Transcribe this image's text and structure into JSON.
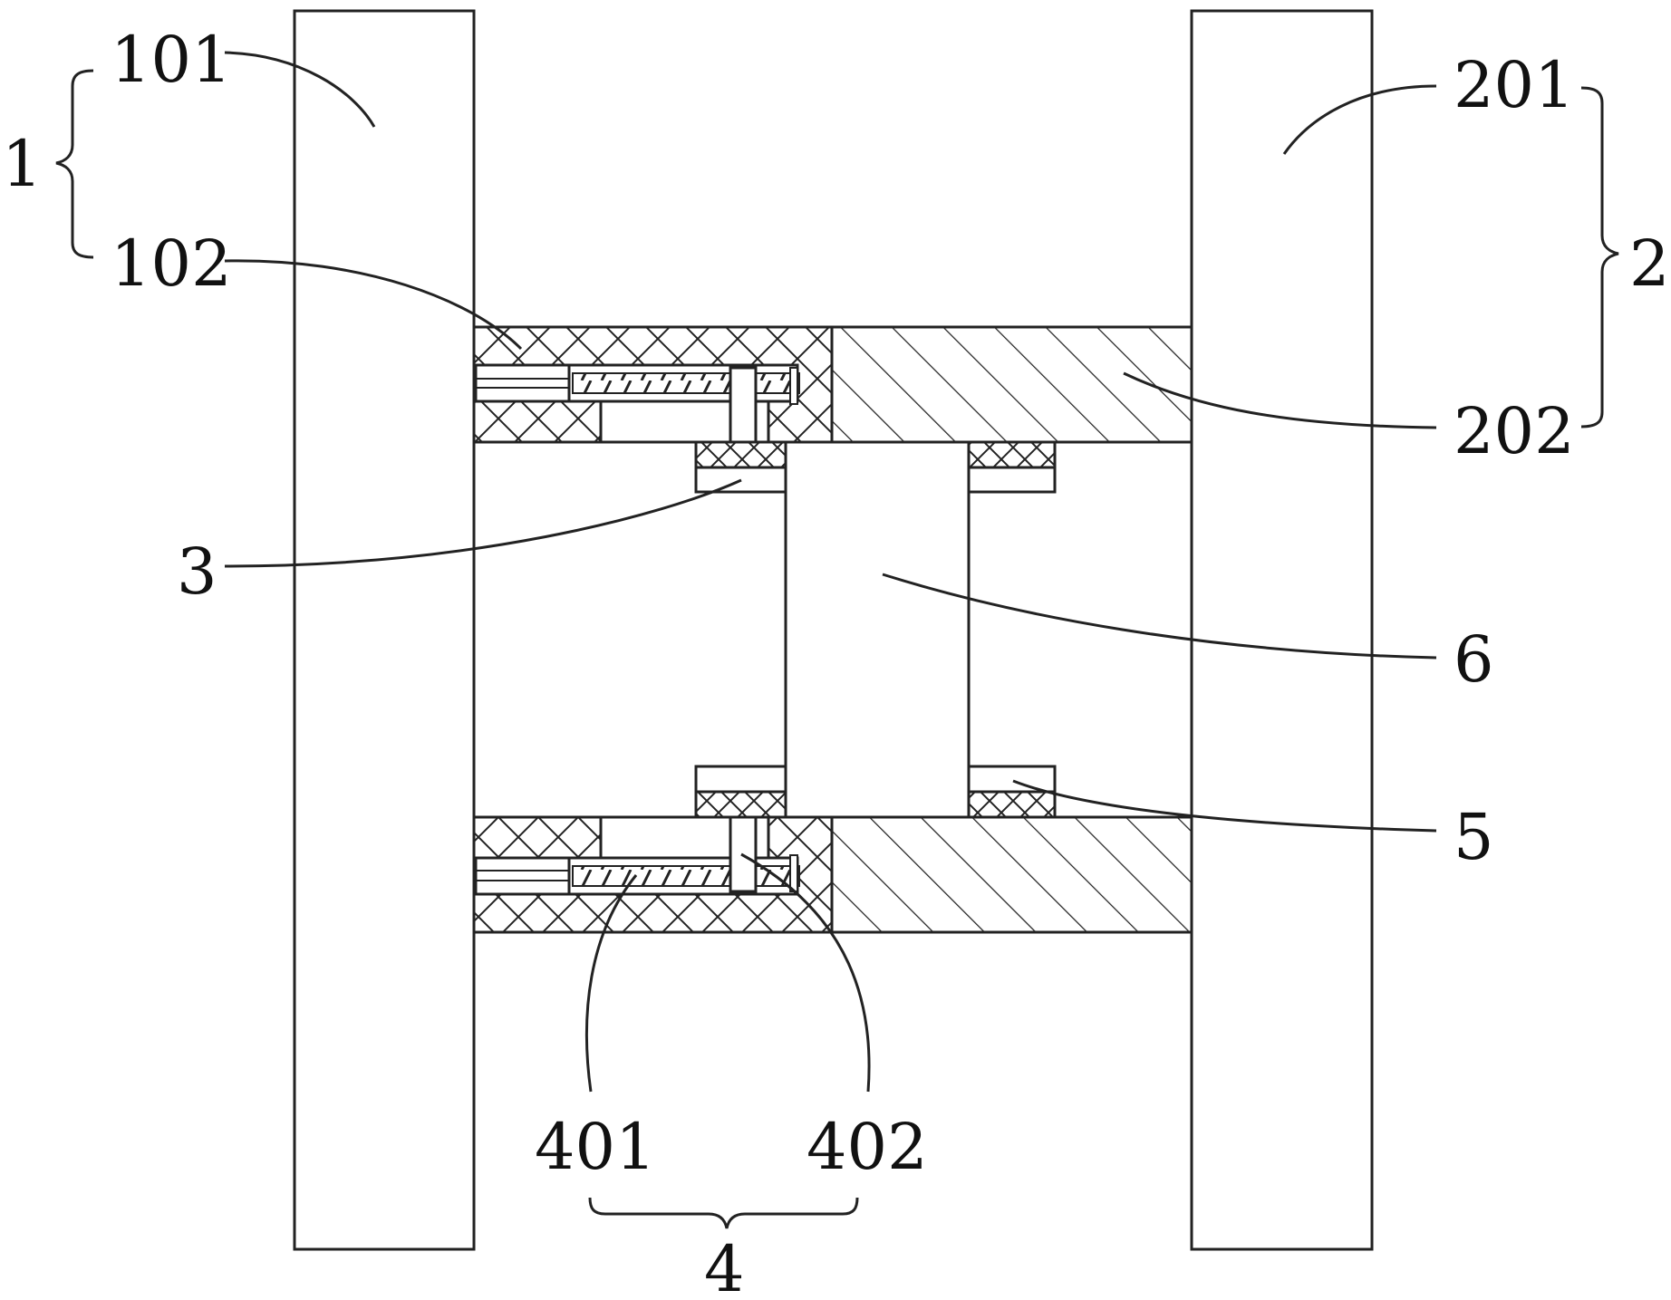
{
  "labels": {
    "l1": "1",
    "l101": "101",
    "l102": "102",
    "l2": "2",
    "l201": "201",
    "l202": "202",
    "l3": "3",
    "l4": "4",
    "l401": "401",
    "l402": "402",
    "l5": "5",
    "l6": "6"
  }
}
